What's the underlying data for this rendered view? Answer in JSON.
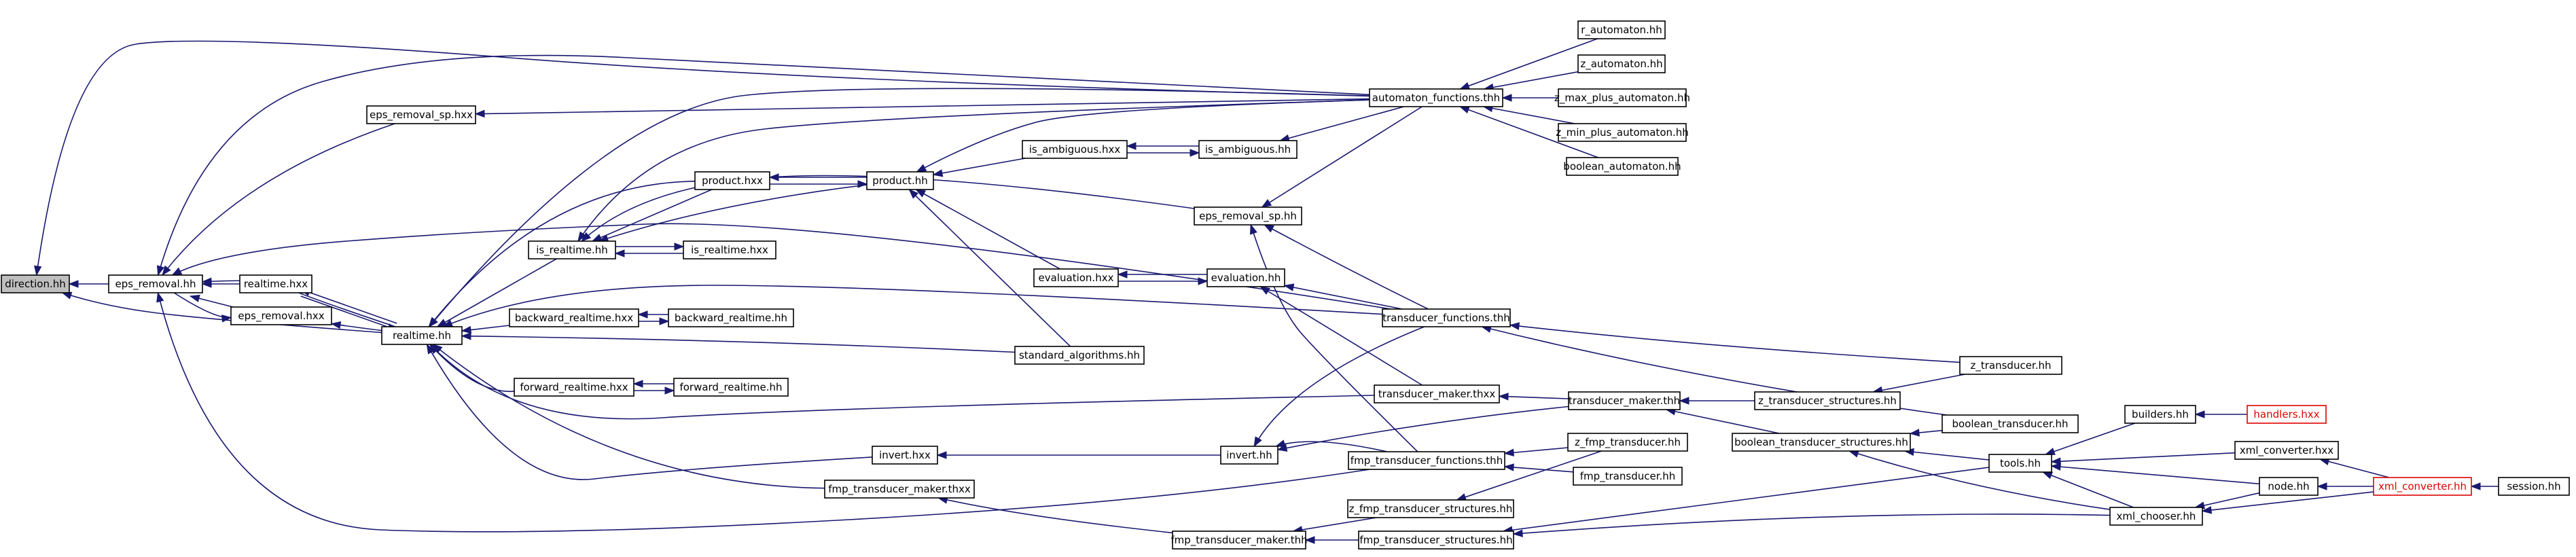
{
  "graph": {
    "colors": {
      "edge": "#191970",
      "node_border": "#000000",
      "root_fill": "#bfbfbf",
      "truncated_border": "#e00000"
    },
    "nodes": [
      {
        "id": "direction",
        "label": "direction.hh",
        "root": true
      },
      {
        "id": "eps_removal_hh",
        "label": "eps_removal.hh"
      },
      {
        "id": "realtime_hxx",
        "label": "realtime.hxx"
      },
      {
        "id": "eps_removal_hxx",
        "label": "eps_removal.hxx"
      },
      {
        "id": "realtime_hh",
        "label": "realtime.hh"
      },
      {
        "id": "eps_removal_sp_hxx",
        "label": "eps_removal_sp.hxx"
      },
      {
        "id": "product_hxx",
        "label": "product.hxx"
      },
      {
        "id": "product_hh",
        "label": "product.hh"
      },
      {
        "id": "is_realtime_hh",
        "label": "is_realtime.hh"
      },
      {
        "id": "is_realtime_hxx",
        "label": "is_realtime.hxx"
      },
      {
        "id": "backward_realtime_hxx",
        "label": "backward_realtime.hxx"
      },
      {
        "id": "backward_realtime_hh",
        "label": "backward_realtime.hh"
      },
      {
        "id": "forward_realtime_hxx",
        "label": "forward_realtime.hxx"
      },
      {
        "id": "forward_realtime_hh",
        "label": "forward_realtime.hh"
      },
      {
        "id": "invert_hxx",
        "label": "invert.hxx"
      },
      {
        "id": "fmp_transducer_maker_thxx",
        "label": "fmp_transducer_maker.thxx"
      },
      {
        "id": "is_ambiguous_hxx",
        "label": "is_ambiguous.hxx"
      },
      {
        "id": "is_ambiguous_hh",
        "label": "is_ambiguous.hh"
      },
      {
        "id": "evaluation_hxx",
        "label": "evaluation.hxx"
      },
      {
        "id": "evaluation_hh",
        "label": "evaluation.hh"
      },
      {
        "id": "standard_algorithms",
        "label": "standard_algorithms.hh"
      },
      {
        "id": "eps_removal_sp_hh",
        "label": "eps_removal_sp.hh"
      },
      {
        "id": "transducer_maker_thxx",
        "label": "transducer_maker.thxx"
      },
      {
        "id": "invert_hh",
        "label": "invert.hh"
      },
      {
        "id": "fmp_transducer_maker_thh",
        "label": "fmp_transducer_maker.thh"
      },
      {
        "id": "automaton_functions",
        "label": "automaton_functions.thh"
      },
      {
        "id": "transducer_functions",
        "label": "transducer_functions.thh"
      },
      {
        "id": "transducer_maker_thh",
        "label": "transducer_maker.thh"
      },
      {
        "id": "fmp_transducer_functions",
        "label": "fmp_transducer_functions.thh"
      },
      {
        "id": "z_fmp_transducer_structures",
        "label": "z_fmp_transducer_structures.hh"
      },
      {
        "id": "fmp_transducer_structures",
        "label": "fmp_transducer_structures.hh"
      },
      {
        "id": "r_automaton",
        "label": "r_automaton.hh"
      },
      {
        "id": "z_automaton",
        "label": "z_automaton.hh"
      },
      {
        "id": "z_max_plus_automaton",
        "label": "z_max_plus_automaton.hh"
      },
      {
        "id": "z_min_plus_automaton",
        "label": "z_min_plus_automaton.hh"
      },
      {
        "id": "boolean_automaton",
        "label": "boolean_automaton.hh"
      },
      {
        "id": "z_fmp_transducer",
        "label": "z_fmp_transducer.hh"
      },
      {
        "id": "fmp_transducer",
        "label": "fmp_transducer.hh"
      },
      {
        "id": "z_transducer_structures",
        "label": "z_transducer_structures.hh"
      },
      {
        "id": "boolean_transducer_structures",
        "label": "boolean_transducer_structures.hh"
      },
      {
        "id": "z_transducer",
        "label": "z_transducer.hh"
      },
      {
        "id": "boolean_transducer",
        "label": "boolean_transducer.hh"
      },
      {
        "id": "tools",
        "label": "tools.hh"
      },
      {
        "id": "xml_chooser",
        "label": "xml_chooser.hh"
      },
      {
        "id": "builders",
        "label": "builders.hh"
      },
      {
        "id": "handlers_hxx",
        "label": "handlers.hxx",
        "truncated": true
      },
      {
        "id": "xml_converter_hxx",
        "label": "xml_converter.hxx"
      },
      {
        "id": "node_hh",
        "label": "node.hh"
      },
      {
        "id": "xml_converter_hh",
        "label": "xml_converter.hh",
        "truncated": true
      },
      {
        "id": "session_hh",
        "label": "session.hh"
      }
    ],
    "edges": [
      [
        "eps_removal_hh",
        "direction"
      ],
      [
        "realtime_hh",
        "direction"
      ],
      [
        "automaton_functions",
        "direction"
      ],
      [
        "realtime_hxx",
        "eps_removal_hh"
      ],
      [
        "eps_removal_hxx",
        "eps_removal_hh"
      ],
      [
        "realtime_hh",
        "eps_removal_hh"
      ],
      [
        "eps_removal_sp_hxx",
        "eps_removal_hh"
      ],
      [
        "automaton_functions",
        "eps_removal_hh"
      ],
      [
        "transducer_functions",
        "eps_removal_hh"
      ],
      [
        "fmp_transducer_functions",
        "eps_removal_hh"
      ],
      [
        "eps_removal_hh",
        "eps_removal_hxx"
      ],
      [
        "realtime_hh",
        "realtime_hxx"
      ],
      [
        "realtime_hxx",
        "realtime_hh"
      ],
      [
        "realtime_hh",
        "eps_removal_hxx"
      ],
      [
        "product_hxx",
        "realtime_hh"
      ],
      [
        "is_realtime_hh",
        "realtime_hh"
      ],
      [
        "backward_realtime_hxx",
        "realtime_hh"
      ],
      [
        "forward_realtime_hxx",
        "realtime_hh"
      ],
      [
        "invert_hxx",
        "realtime_hh"
      ],
      [
        "fmp_transducer_maker_thxx",
        "realtime_hh"
      ],
      [
        "standard_algorithms",
        "realtime_hh"
      ],
      [
        "automaton_functions",
        "realtime_hh"
      ],
      [
        "transducer_functions",
        "realtime_hh"
      ],
      [
        "transducer_maker_thxx",
        "realtime_hh"
      ],
      [
        "automaton_functions",
        "eps_removal_sp_hxx"
      ],
      [
        "product_hxx",
        "is_realtime_hh"
      ],
      [
        "product_hh",
        "product_hxx"
      ],
      [
        "product_hxx",
        "product_hh"
      ],
      [
        "product_hh",
        "is_realtime_hh"
      ],
      [
        "automaton_functions",
        "is_realtime_hh"
      ],
      [
        "eps_removal_sp_hh",
        "is_realtime_hh"
      ],
      [
        "is_realtime_hh",
        "is_realtime_hxx"
      ],
      [
        "is_realtime_hxx",
        "is_realtime_hh"
      ],
      [
        "backward_realtime_hh",
        "backward_realtime_hxx"
      ],
      [
        "backward_realtime_hxx",
        "backward_realtime_hh"
      ],
      [
        "forward_realtime_hh",
        "forward_realtime_hxx"
      ],
      [
        "forward_realtime_hxx",
        "forward_realtime_hh"
      ],
      [
        "invert_hh",
        "invert_hxx"
      ],
      [
        "fmp_transducer_maker_thh",
        "fmp_transducer_maker_thxx"
      ],
      [
        "is_ambiguous_hxx",
        "product_hh"
      ],
      [
        "automaton_functions",
        "product_hh"
      ],
      [
        "evaluation_hxx",
        "product_hh"
      ],
      [
        "standard_algorithms",
        "product_hh"
      ],
      [
        "is_ambiguous_hh",
        "is_ambiguous_hxx"
      ],
      [
        "is_ambiguous_hxx",
        "is_ambiguous_hh"
      ],
      [
        "automaton_functions",
        "is_ambiguous_hh"
      ],
      [
        "evaluation_hh",
        "evaluation_hxx"
      ],
      [
        "evaluation_hxx",
        "evaluation_hh"
      ],
      [
        "transducer_functions",
        "evaluation_hh"
      ],
      [
        "transducer_maker_thxx",
        "evaluation_hh"
      ],
      [
        "automaton_functions",
        "eps_removal_sp_hh"
      ],
      [
        "transducer_functions",
        "eps_removal_sp_hh"
      ],
      [
        "fmp_transducer_functions",
        "eps_removal_sp_hh"
      ],
      [
        "transducer_maker_thh",
        "transducer_maker_thxx"
      ],
      [
        "transducer_maker_thh",
        "invert_hh"
      ],
      [
        "fmp_transducer_functions",
        "invert_hh"
      ],
      [
        "transducer_functions",
        "invert_hh"
      ],
      [
        "fmp_transducer_structures",
        "fmp_transducer_maker_thh"
      ],
      [
        "z_fmp_transducer_structures",
        "fmp_transducer_maker_thh"
      ],
      [
        "r_automaton",
        "automaton_functions"
      ],
      [
        "z_automaton",
        "automaton_functions"
      ],
      [
        "z_max_plus_automaton",
        "automaton_functions"
      ],
      [
        "z_min_plus_automaton",
        "automaton_functions"
      ],
      [
        "boolean_automaton",
        "automaton_functions"
      ],
      [
        "z_transducer",
        "transducer_functions"
      ],
      [
        "boolean_transducer",
        "transducer_functions"
      ],
      [
        "z_transducer_structures",
        "transducer_maker_thh"
      ],
      [
        "boolean_transducer_structures",
        "transducer_maker_thh"
      ],
      [
        "z_fmp_transducer",
        "fmp_transducer_functions"
      ],
      [
        "fmp_transducer",
        "fmp_transducer_functions"
      ],
      [
        "z_fmp_transducer",
        "z_fmp_transducer_structures"
      ],
      [
        "tools",
        "fmp_transducer_structures"
      ],
      [
        "xml_chooser",
        "fmp_transducer_structures"
      ],
      [
        "z_transducer",
        "z_transducer_structures"
      ],
      [
        "boolean_transducer",
        "boolean_transducer_structures"
      ],
      [
        "tools",
        "boolean_transducer_structures"
      ],
      [
        "xml_chooser",
        "boolean_transducer_structures"
      ],
      [
        "builders",
        "tools"
      ],
      [
        "xml_converter_hxx",
        "tools"
      ],
      [
        "node_hh",
        "tools"
      ],
      [
        "xml_chooser",
        "tools"
      ],
      [
        "handlers_hxx",
        "builders"
      ],
      [
        "xml_converter_hh",
        "xml_converter_hxx"
      ],
      [
        "xml_converter_hh",
        "node_hh"
      ],
      [
        "node_hh",
        "xml_chooser"
      ],
      [
        "xml_converter_hh",
        "xml_chooser"
      ],
      [
        "session_hh",
        "xml_converter_hh"
      ]
    ]
  }
}
